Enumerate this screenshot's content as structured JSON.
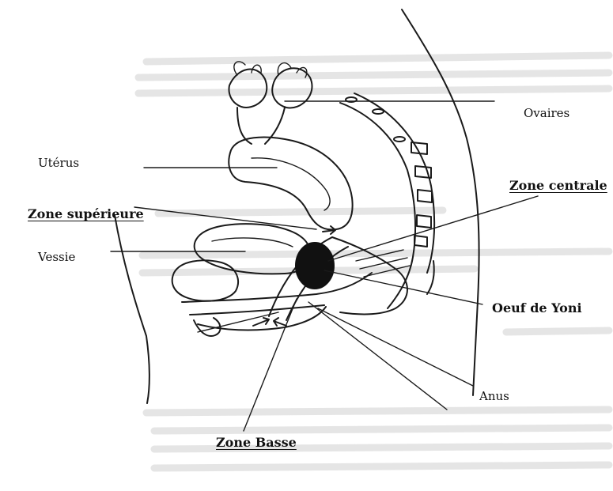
{
  "labels": {
    "ovaires": "Ovaires",
    "uterus": "Utérus",
    "zone_centrale": "Zone centrale",
    "zone_superieure": "Zone supérieure",
    "vessie": "Vessie",
    "oeuf_de_yoni": "Oeuf de  Yoni",
    "anus": "Anus",
    "zone_basse": "Zone Basse"
  },
  "colors": {
    "ink": "#1a1a1a",
    "background": "#ffffff",
    "show_through": "#cfcfcf"
  }
}
